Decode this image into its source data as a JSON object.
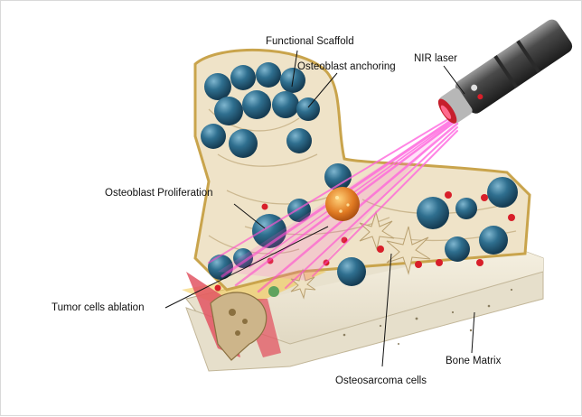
{
  "labels": {
    "functional_scaffold": "Functional Scaffold",
    "osteoblast_anchoring": "Osteoblast anchoring",
    "nir_laser": "NIR laser",
    "osteoblast_proliferation": "Osteoblast Proliferation",
    "tumor_cells_ablation": "Tumor cells ablation",
    "bone_matrix": "Bone Matrix",
    "osteosarcoma_cells": "Osteosarcoma cells"
  },
  "colors": {
    "laser_beam": "#ff4fd8",
    "scaffold": "#efe3c8",
    "osteoblast": "#2f6f8f",
    "bone_matrix": "#ece6d4",
    "tumor_cell": "#e07a22",
    "red_cells": "#d81f2a"
  },
  "icons": [
    "laser-device-icon"
  ]
}
